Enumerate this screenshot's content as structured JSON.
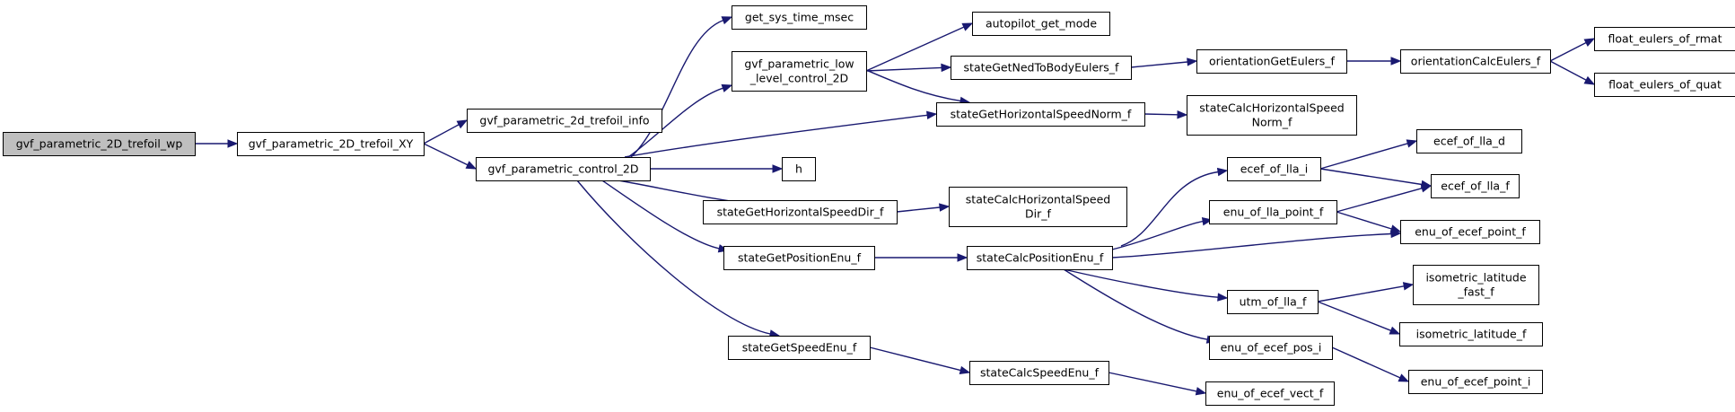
{
  "nodes": [
    {
      "id": "n_wp",
      "lines": [
        "gvf_parametric_2D_trefoil_wp"
      ],
      "root": true
    },
    {
      "id": "n_xy",
      "lines": [
        "gvf_parametric_2D_trefoil_XY"
      ]
    },
    {
      "id": "n_info",
      "lines": [
        "gvf_parametric_2d_trefoil_info"
      ]
    },
    {
      "id": "n_ctrl",
      "lines": [
        "gvf_parametric_control_2D"
      ]
    },
    {
      "id": "n_time",
      "lines": [
        "get_sys_time_msec"
      ]
    },
    {
      "id": "n_low",
      "lines": [
        "gvf_parametric_low",
        "_level_control_2D"
      ]
    },
    {
      "id": "n_h",
      "lines": [
        "h"
      ]
    },
    {
      "id": "n_hsdir",
      "lines": [
        "stateGetHorizontalSpeedDir_f"
      ]
    },
    {
      "id": "n_posenu",
      "lines": [
        "stateGetPositionEnu_f"
      ]
    },
    {
      "id": "n_speedenu",
      "lines": [
        "stateGetSpeedEnu_f"
      ]
    },
    {
      "id": "n_apmode",
      "lines": [
        "autopilot_get_mode"
      ]
    },
    {
      "id": "n_nedbody",
      "lines": [
        "stateGetNedToBodyEulers_f"
      ]
    },
    {
      "id": "n_hsnorm",
      "lines": [
        "stateGetHorizontalSpeedNorm_f"
      ]
    },
    {
      "id": "n_calc_hsdir",
      "lines": [
        "stateCalcHorizontalSpeed",
        "Dir_f"
      ]
    },
    {
      "id": "n_calc_posenu",
      "lines": [
        "stateCalcPositionEnu_f"
      ]
    },
    {
      "id": "n_calc_speedenu",
      "lines": [
        "stateCalcSpeedEnu_f"
      ]
    },
    {
      "id": "n_orient",
      "lines": [
        "orientationGetEulers_f"
      ]
    },
    {
      "id": "n_calc_hsnorm",
      "lines": [
        "stateCalcHorizontalSpeed",
        "Norm_f"
      ]
    },
    {
      "id": "n_ecef_lla_i",
      "lines": [
        "ecef_of_lla_i"
      ]
    },
    {
      "id": "n_enu_lla_pt",
      "lines": [
        "enu_of_lla_point_f"
      ]
    },
    {
      "id": "n_utm_lla",
      "lines": [
        "utm_of_lla_f"
      ]
    },
    {
      "id": "n_enu_ecef_pos_i",
      "lines": [
        "enu_of_ecef_pos_i"
      ]
    },
    {
      "id": "n_enu_ecef_vect",
      "lines": [
        "enu_of_ecef_vect_f"
      ]
    },
    {
      "id": "n_orient_calc",
      "lines": [
        "orientationCalcEulers_f"
      ]
    },
    {
      "id": "n_ecef_lla_d",
      "lines": [
        "ecef_of_lla_d"
      ]
    },
    {
      "id": "n_ecef_lla_f",
      "lines": [
        "ecef_of_lla_f"
      ]
    },
    {
      "id": "n_enu_ecef_pt_f",
      "lines": [
        "enu_of_ecef_point_f"
      ]
    },
    {
      "id": "n_iso_fast",
      "lines": [
        "isometric_latitude",
        "_fast_f"
      ]
    },
    {
      "id": "n_iso",
      "lines": [
        "isometric_latitude_f"
      ]
    },
    {
      "id": "n_enu_ecef_pt_i",
      "lines": [
        "enu_of_ecef_point_i"
      ]
    },
    {
      "id": "n_eul_rmat",
      "lines": [
        "float_eulers_of_rmat"
      ]
    },
    {
      "id": "n_eul_quat",
      "lines": [
        "float_eulers_of_quat"
      ]
    }
  ],
  "edges": [
    [
      "n_wp",
      "n_xy"
    ],
    [
      "n_xy",
      "n_info"
    ],
    [
      "n_xy",
      "n_ctrl"
    ],
    [
      "n_ctrl",
      "n_time"
    ],
    [
      "n_ctrl",
      "n_low"
    ],
    [
      "n_ctrl",
      "n_hsnorm"
    ],
    [
      "n_ctrl",
      "n_h"
    ],
    [
      "n_ctrl",
      "n_hsdir"
    ],
    [
      "n_ctrl",
      "n_posenu"
    ],
    [
      "n_ctrl",
      "n_speedenu"
    ],
    [
      "n_low",
      "n_apmode"
    ],
    [
      "n_low",
      "n_nedbody"
    ],
    [
      "n_low",
      "n_hsnorm"
    ],
    [
      "n_nedbody",
      "n_orient"
    ],
    [
      "n_orient",
      "n_orient_calc"
    ],
    [
      "n_orient_calc",
      "n_eul_rmat"
    ],
    [
      "n_orient_calc",
      "n_eul_quat"
    ],
    [
      "n_hsnorm",
      "n_calc_hsnorm"
    ],
    [
      "n_hsdir",
      "n_calc_hsdir"
    ],
    [
      "n_posenu",
      "n_calc_posenu"
    ],
    [
      "n_calc_posenu",
      "n_ecef_lla_i"
    ],
    [
      "n_calc_posenu",
      "n_enu_lla_pt"
    ],
    [
      "n_calc_posenu",
      "n_enu_ecef_pt_f"
    ],
    [
      "n_calc_posenu",
      "n_utm_lla"
    ],
    [
      "n_calc_posenu",
      "n_enu_ecef_pos_i"
    ],
    [
      "n_ecef_lla_i",
      "n_ecef_lla_d"
    ],
    [
      "n_ecef_lla_i",
      "n_ecef_lla_f"
    ],
    [
      "n_enu_lla_pt",
      "n_ecef_lla_f"
    ],
    [
      "n_enu_lla_pt",
      "n_enu_ecef_pt_f"
    ],
    [
      "n_utm_lla",
      "n_iso_fast"
    ],
    [
      "n_utm_lla",
      "n_iso"
    ],
    [
      "n_enu_ecef_pos_i",
      "n_enu_ecef_pt_i"
    ],
    [
      "n_speedenu",
      "n_calc_speedenu"
    ],
    [
      "n_calc_speedenu",
      "n_enu_ecef_vect"
    ]
  ]
}
